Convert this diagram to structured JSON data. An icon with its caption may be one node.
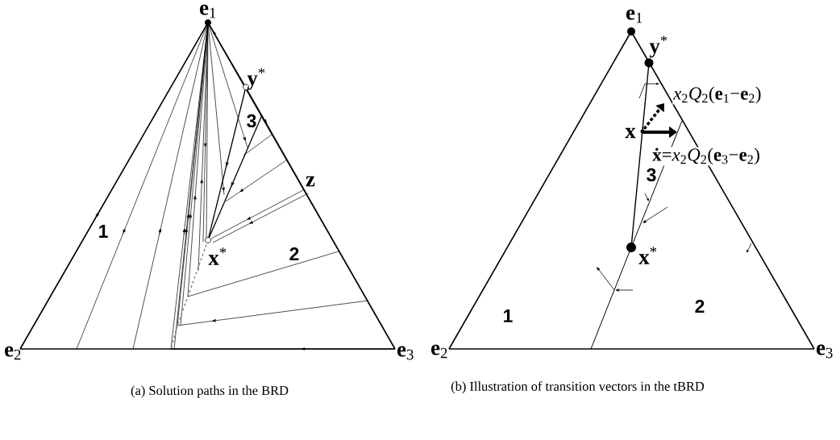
{
  "diagram": {
    "labels": [
      "**e**$_{1}$",
      "**y**$^{*}$",
      "3",
      "z",
      "1",
      "**x**$^{*}$",
      "2",
      "**e**$_{2}$",
      "**e**$_{3}$",
      "**e**$_{1}$",
      "**y**$^{*}$",
      "*x*$_{2}$*Q*$_{2}$(**e**$_{1}$−**e**$_{2}$)",
      "x",
      "**ẋ**=*x*$_{2}$*Q*$_{2}$(**e**$_{3}$−**e**$_{2}$)",
      "3",
      "**x**$^{*}$",
      "1",
      "2",
      "**e**$_{2}$",
      "**e**$_{3}$",
      "(a) Solution paths in the BRD",
      "(b) Illustration of transition vectors in the tBRD"
    ]
  }
}
